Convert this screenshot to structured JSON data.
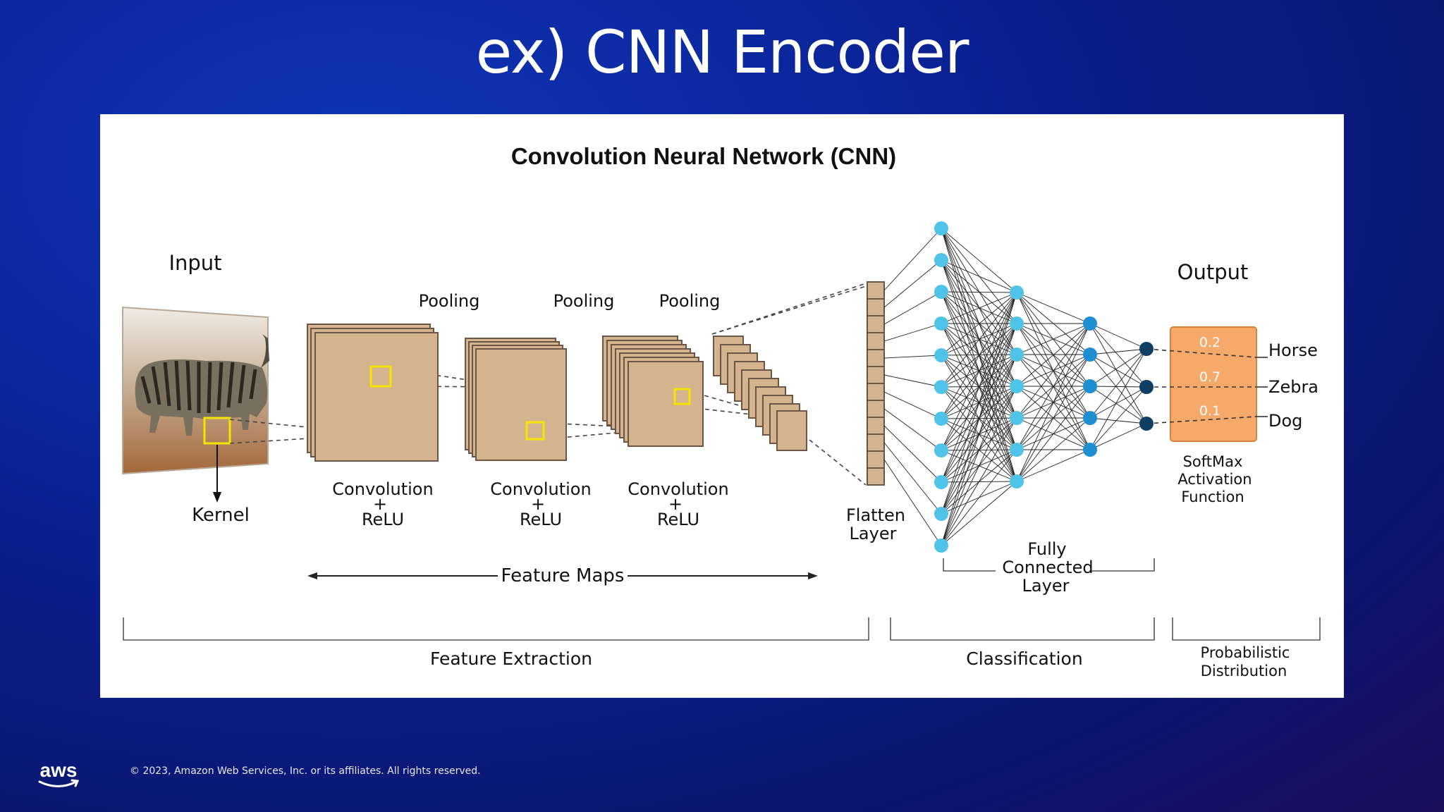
{
  "slide": {
    "title": "ex) CNN Encoder",
    "copyright": "© 2023, Amazon Web Services, Inc. or its affiliates. All rights reserved.",
    "logo_text": "aws"
  },
  "diagram": {
    "title": "Convolution  Neural  Network (CNN)",
    "input_label": "Input",
    "kernel_label": "Kernel",
    "pooling_labels": [
      "Pooling",
      "Pooling",
      "Pooling"
    ],
    "conv_stages": [
      {
        "line1": "Convolution",
        "plus": "+",
        "line2": "ReLU"
      },
      {
        "line1": "Convolution",
        "plus": "+",
        "line2": "ReLU"
      },
      {
        "line1": "Convolution",
        "plus": "+",
        "line2": "ReLU"
      }
    ],
    "feature_maps_label": "Feature  Maps",
    "flatten_label": [
      "Flatten",
      "Layer"
    ],
    "fully_connected_label": [
      "Fully",
      "Connected",
      "Layer"
    ],
    "output_label": "Output",
    "output_classes": [
      {
        "name": "Horse",
        "prob": "0.2"
      },
      {
        "name": "Zebra",
        "prob": "0.7"
      },
      {
        "name": "Dog",
        "prob": "0.1"
      }
    ],
    "softmax_label": [
      "SoftMax",
      "Activation",
      "Function"
    ],
    "section_labels": {
      "feature_extraction": "Feature Extraction",
      "classification": "Classification",
      "probabilistic": [
        "Probabilistic",
        "Distribution"
      ]
    },
    "colors": {
      "map_fill": "#d4b48e",
      "map_stroke": "#6b5645",
      "kernel": "#f5e400",
      "node_light": "#4fc3e8",
      "node_mid": "#1e8fd2",
      "node_dark": "#0d3f66",
      "softmax": "#f5a96b",
      "softmax_stroke": "#d9803a"
    }
  }
}
